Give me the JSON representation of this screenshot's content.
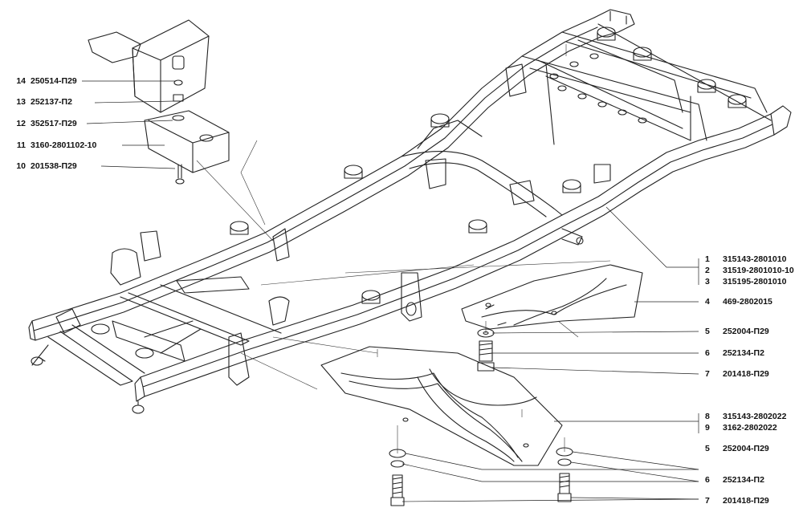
{
  "labels_left": [
    {
      "num": "14",
      "code": "250514-П29"
    },
    {
      "num": "13",
      "code": "252137-П2"
    },
    {
      "num": "12",
      "code": "352517-П29"
    },
    {
      "num": "11",
      "code": "3160-2801102-10"
    },
    {
      "num": "10",
      "code": "201538-П29"
    }
  ],
  "labels_right": [
    {
      "num": "1",
      "code": "315143-2801010"
    },
    {
      "num": "2",
      "code": "31519-2801010-10"
    },
    {
      "num": "3",
      "code": "315195-2801010"
    },
    {
      "num": "4",
      "code": "469-2802015"
    },
    {
      "num": "5",
      "code": "252004-П29"
    },
    {
      "num": "6",
      "code": "252134-П2"
    },
    {
      "num": "7",
      "code": "201418-П29"
    },
    {
      "num": "8",
      "code": "315143-2802022"
    },
    {
      "num": "9",
      "code": "3162-2802022"
    },
    {
      "num": "5",
      "code": "252004-П29"
    },
    {
      "num": "6",
      "code": "252134-П2"
    },
    {
      "num": "7",
      "code": "201418-П29"
    }
  ]
}
